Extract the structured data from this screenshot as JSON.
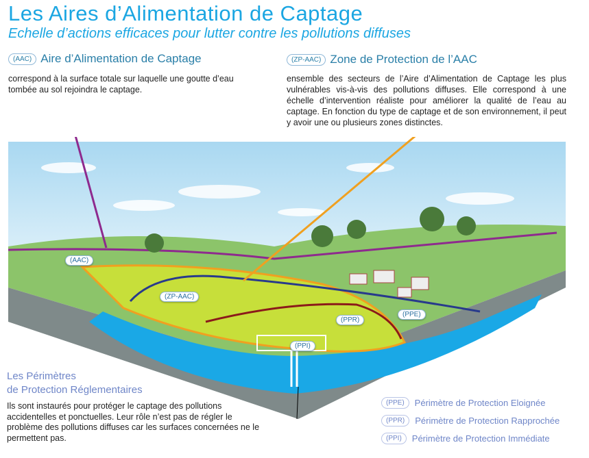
{
  "header": {
    "title": "Les Aires d’Alimentation de Captage",
    "subtitle": "Echelle d’actions efficaces pour lutter contre les pollutions diffuses"
  },
  "aac": {
    "badge": "(AAC)",
    "title": "Aire d’Alimentation de Captage",
    "text": "correspond à la surface totale sur laquelle une goutte d’eau tombée au sol rejoindra le captage."
  },
  "zp_aac": {
    "badge": "(ZP-AAC)",
    "title": "Zone de Protection de l’AAC",
    "text": "ensemble des secteurs de l’Aire d’Alimentation de Captage les plus vulnérables vis-à-vis des pollutions diffuses. Elle correspond à une échelle d’intervention réaliste pour améliorer la qualité de l’eau au captage. En fonction du type de captage et de son environnement, il peut y avoir une ou plusieurs zones distinctes."
  },
  "map_labels": {
    "aac": "(AAC)",
    "zp_aac": "(ZP-AAC)",
    "ppr": "(PPR)",
    "ppe": "(PPE)",
    "ppi": "(PPI)"
  },
  "perimetres": {
    "title_line1": "Les Périmètres",
    "title_line2": "de Protection Réglementaires",
    "text": "Ils sont instaurés pour protéger le captage des pollutions accidentelles et ponctuelles. Leur rôle n’est pas de régler le problème des pollutions diffuses car les surfaces concernées ne le permettent pas."
  },
  "legend": [
    {
      "badge": "(PPE)",
      "label": "Périmètre de Protection Eloignée"
    },
    {
      "badge": "(PPR)",
      "label": "Périmètre de Protection Rapprochée"
    },
    {
      "badge": "(PPI)",
      "label": "Périmètre de Protection Immédiate"
    }
  ],
  "colors": {
    "title": "#1ba6e2",
    "aac_line": "#8e2a8e",
    "zp_line": "#f0a020",
    "ppe_line": "#283a8c",
    "ppr_line": "#8b1a1a",
    "water": "#1aa8e6"
  }
}
